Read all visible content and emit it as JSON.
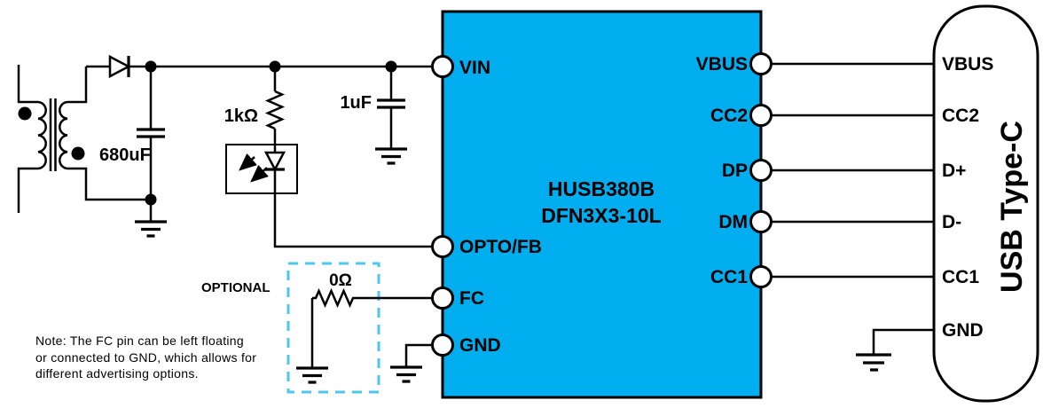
{
  "ic": {
    "name_line1": "HUSB380B",
    "name_line2": "DFN3X3-10L",
    "left_pins": {
      "vin": "VIN",
      "opto_fb": "OPTO/FB",
      "fc": "FC",
      "gnd": "GND"
    },
    "right_pins": {
      "vbus": "VBUS",
      "cc2": "CC2",
      "dp": "DP",
      "dm": "DM",
      "cc1": "CC1"
    }
  },
  "usb_connector": {
    "title": "USB Type-C",
    "pins": {
      "vbus": "VBUS",
      "cc2": "CC2",
      "dplus": "D+",
      "dminus": "D-",
      "cc1": "CC1",
      "gnd": "GND"
    }
  },
  "components": {
    "bulk_cap_value": "680uF",
    "bias_resistor_value": "1kΩ",
    "vin_cap_value": "1uF",
    "fc_resistor_value": "0Ω",
    "optional_label": "OPTIONAL"
  },
  "note": {
    "line1": "Note: The FC pin can be left floating",
    "line2": "or connected to GND, which allows for",
    "line3": "different advertising options."
  },
  "colors": {
    "ic_fill": "#00AEEF",
    "optional_box_stroke": "#4DC7F0"
  }
}
